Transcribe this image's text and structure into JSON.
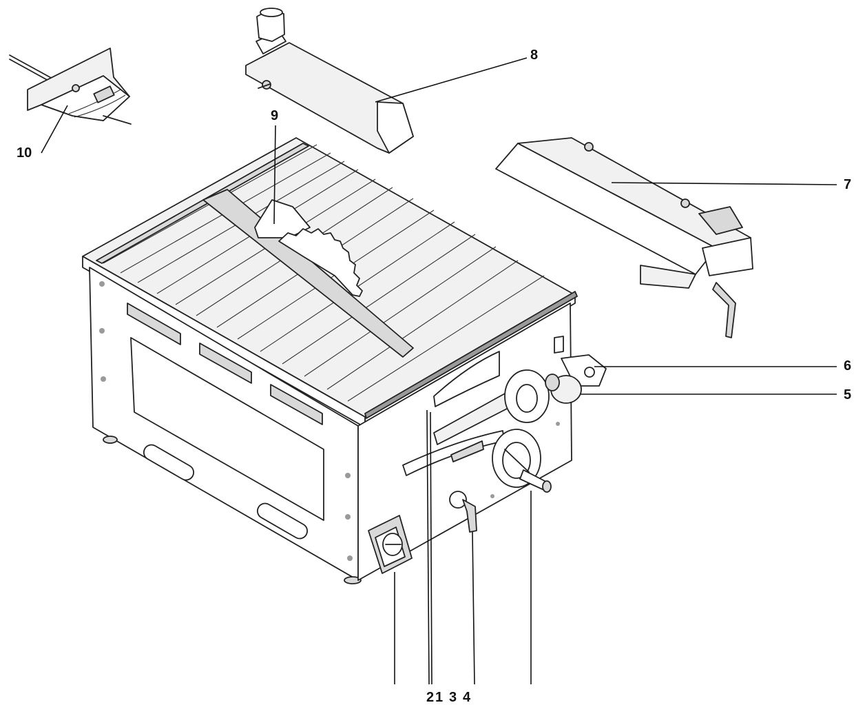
{
  "callouts": {
    "c1": "1",
    "c2": "2",
    "c3": "3",
    "c4": "4",
    "c5": "5",
    "c6": "6",
    "c7": "7",
    "c8": "8",
    "c9": "9",
    "c10": "10"
  },
  "colors": {
    "ink": "#222222",
    "shade": "#d9d9d9",
    "background": "#ffffff"
  }
}
